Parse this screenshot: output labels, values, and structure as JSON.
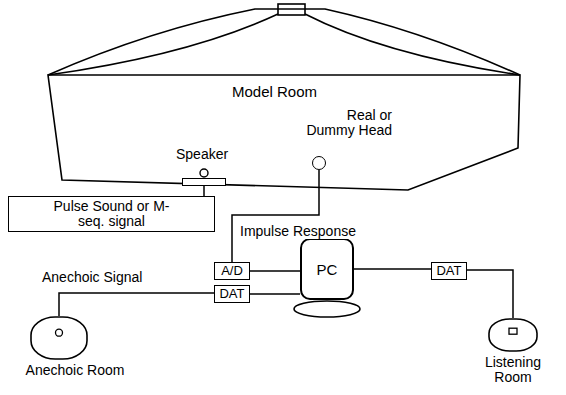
{
  "diagram": {
    "nodes": [
      {
        "text": [
          "Model Room"
        ]
      },
      {
        "text": [
          "Speaker"
        ],
        "in": 0
      },
      {
        "text": [
          "Real or Dummy Head"
        ],
        "in": 0
      },
      {
        "text": [
          "Pulse Sound or M-seq. signal"
        ]
      },
      {
        "text": [
          "A/D"
        ]
      },
      {
        "text": [
          "PC"
        ]
      },
      {
        "text": [
          "DAT"
        ]
      },
      {
        "text": [
          "DAT"
        ]
      },
      {
        "text": [
          "Anechoic Room"
        ]
      },
      {
        "text": [
          "Listening Room"
        ]
      }
    ],
    "edges": [
      {
        "from": 1,
        "to": 3,
        "arrow": "none"
      },
      {
        "from": 2,
        "to": 4,
        "label": "Impulse Response",
        "arrow": "none"
      },
      {
        "from": 4,
        "to": 5,
        "arrow": "none"
      },
      {
        "from": 6,
        "to": 5,
        "arrow": "none"
      },
      {
        "from": 8,
        "to": 6,
        "label": "Anechoic Signal",
        "arrow": "none"
      },
      {
        "from": 5,
        "to": 7,
        "arrow": "none"
      },
      {
        "from": 7,
        "to": 9,
        "arrow": "none"
      }
    ]
  }
}
